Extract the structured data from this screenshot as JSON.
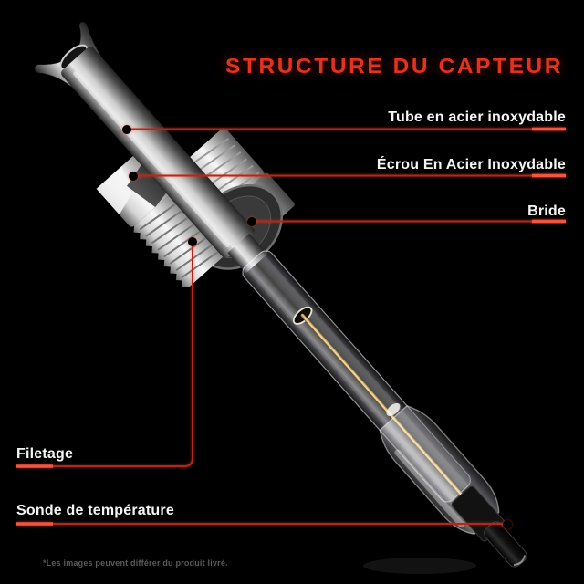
{
  "page": {
    "title": "STRUCTURE DU CAPTEUR",
    "footer_note": "*Les images peuvent différer du produit livré."
  },
  "colors": {
    "background": "#000000",
    "accent_red": "#e5321f",
    "leader_line": "#b3281a",
    "leader_line_bright": "#f25540",
    "label_text": "#f5f5f5",
    "footer_text": "#5a5a5a"
  },
  "callouts": [
    {
      "id": "tube",
      "label": "Tube en acier inoxydable",
      "side": "right"
    },
    {
      "id": "ecrou",
      "label": "Écrou En Acier Inoxydable",
      "side": "right"
    },
    {
      "id": "bride",
      "label": "Bride",
      "side": "right"
    },
    {
      "id": "filetage",
      "label": "Filetage",
      "side": "left"
    },
    {
      "id": "sonde",
      "label": "Sonde de température",
      "side": "left"
    }
  ]
}
